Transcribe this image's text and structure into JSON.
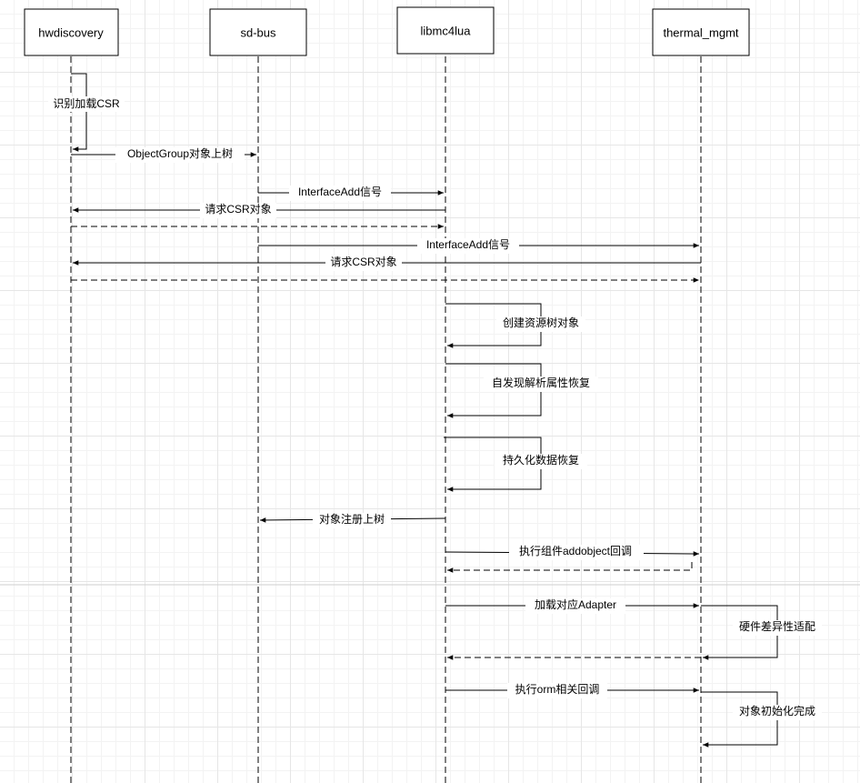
{
  "participants": [
    {
      "id": "hw",
      "label": "hwdiscovery"
    },
    {
      "id": "sd",
      "label": "sd-bus"
    },
    {
      "id": "lib",
      "label": "libmc4lua"
    },
    {
      "id": "th",
      "label": "thermal_mgmt"
    }
  ],
  "messages": [
    {
      "from": "hw",
      "to": "hw",
      "label": "识别加载CSR",
      "style": "solid"
    },
    {
      "from": "hw",
      "to": "sd",
      "label": "ObjectGroup对象上树",
      "style": "solid"
    },
    {
      "from": "sd",
      "to": "lib",
      "label": "InterfaceAdd信号",
      "style": "solid"
    },
    {
      "from": "lib",
      "to": "hw",
      "label": "请求CSR对象",
      "style": "solid"
    },
    {
      "from": "hw",
      "to": "lib",
      "label": "",
      "style": "dashed"
    },
    {
      "from": "sd",
      "to": "th",
      "label": "InterfaceAdd信号",
      "style": "solid"
    },
    {
      "from": "th",
      "to": "hw",
      "label": "请求CSR对象",
      "style": "solid"
    },
    {
      "from": "hw",
      "to": "th",
      "label": "",
      "style": "dashed"
    },
    {
      "from": "lib",
      "to": "lib",
      "label": "创建资源树对象",
      "style": "solid"
    },
    {
      "from": "lib",
      "to": "lib",
      "label": "自发现解析属性恢复",
      "style": "solid"
    },
    {
      "from": "lib",
      "to": "lib",
      "label": "持久化数据恢复",
      "style": "solid"
    },
    {
      "from": "lib",
      "to": "sd",
      "label": "对象注册上树",
      "style": "solid"
    },
    {
      "from": "lib",
      "to": "th",
      "label": "执行组件addobject回调",
      "style": "solid"
    },
    {
      "from": "th",
      "to": "lib",
      "label": "",
      "style": "dashed"
    },
    {
      "from": "lib",
      "to": "th",
      "label": "加载对应Adapter",
      "style": "solid"
    },
    {
      "from": "th",
      "to": "th",
      "label": "硬件差异性适配",
      "style": "solid"
    },
    {
      "from": "th",
      "to": "lib",
      "label": "",
      "style": "dashed"
    },
    {
      "from": "lib",
      "to": "th",
      "label": "执行orm相关回调",
      "style": "solid"
    },
    {
      "from": "th",
      "to": "th",
      "label": "对象初始化完成",
      "style": "solid"
    }
  ]
}
